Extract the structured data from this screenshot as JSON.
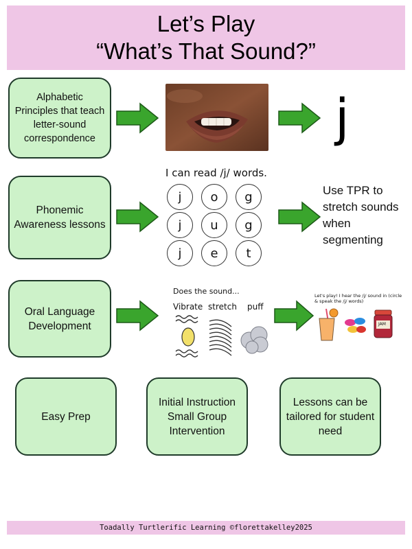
{
  "header": {
    "line1": "Let’s Play",
    "line2": "“What’s That Sound?”"
  },
  "rows": [
    {
      "box": "Alphabetic Principles that teach letter-sound correspondence",
      "result_letter": "j"
    },
    {
      "box": "Phonemic Awareness lessons",
      "worksheet_title": "I can read /j/ words.",
      "letters": [
        "j",
        "o",
        "g",
        "j",
        "u",
        "g",
        "j",
        "e",
        "t"
      ],
      "result_text": "Use TPR to stretch sounds when segmenting"
    },
    {
      "box": "Oral Language Development",
      "worksheet_title": "Does the sound...",
      "sound_types": [
        "Vibrate",
        "stretch",
        "puff"
      ],
      "result_text": "Let's play! I hear the /j/ sound in (circle & speak the /j/ words)",
      "jam_label": "JAM"
    }
  ],
  "bottom_boxes": [
    "Easy Prep",
    "Initial Instruction Small Group Intervention",
    "Lessons can be tailored for student need"
  ],
  "footer": "Toadally Turtlerific Learning ©florettakelley2025",
  "colors": {
    "header_bg": "#efc6e6",
    "box_bg": "#cdf2c9",
    "box_border": "#1f3b2a",
    "arrow": "#3aa52d"
  }
}
